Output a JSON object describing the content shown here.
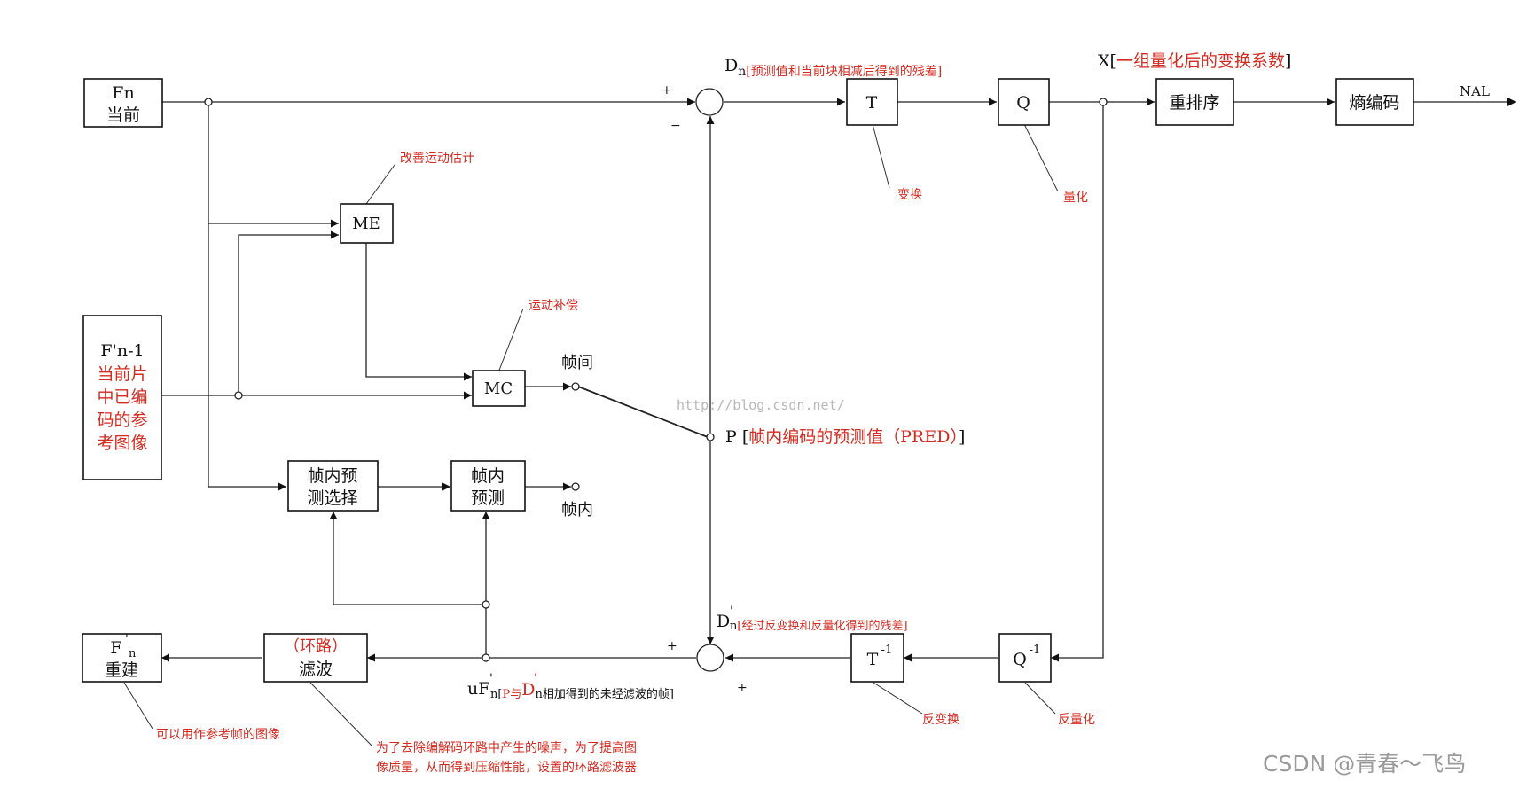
{
  "blocks": {
    "fn": [
      "Fn",
      "当前"
    ],
    "ref": [
      "F'n-1",
      "当前片",
      "中已编",
      "码的参",
      "考图像"
    ],
    "me": "ME",
    "mc": "MC",
    "intra_sel": [
      "帧内预",
      "测选择"
    ],
    "intra_pred": [
      "帧内",
      "预测"
    ],
    "t": "T",
    "q": "Q",
    "reorder": "重排序",
    "entropy": "熵编码",
    "tinv": "T",
    "tinv_sup": "-1",
    "qinv": "Q",
    "qinv_sup": "-1",
    "filter_top": "（环路）",
    "filter_bottom": "滤波",
    "fn_rec_main": "F",
    "fn_rec_sub": "n",
    "fn_rec_prime": "'",
    "fn_rec_label": "重建"
  },
  "signals": {
    "nal": "NAL",
    "inter": "帧间",
    "intra": "帧内",
    "plus_top": "+",
    "minus_top": "−",
    "plus_bottom_left": "+",
    "plus_bottom_below": "+"
  },
  "labels": {
    "dn_d": "D",
    "dn_n": "n",
    "dn_desc": "[预测值和当前块相减后得到的残差]",
    "x_main": "X[",
    "x_desc": "一组量化后的变换系数",
    "x_close": "]",
    "p_main": "P [",
    "p_desc": "帧内编码的预测值（PRED）",
    "p_close": "]",
    "dpn_d": "D",
    "dpn_prime": "'",
    "dpn_n": "n",
    "dpn_desc": "[经过反变换和反量化得到的残差]",
    "uf_main": "uF",
    "uf_prime": "'",
    "uf_n": "n",
    "uf_bracket": "[",
    "uf_p": "P与",
    "uf_d": "D",
    "uf_dprime": "'",
    "uf_dn": "n",
    "uf_desc": "相加得到的未经滤波的帧]"
  },
  "annotations": {
    "me_note": "改善运动估计",
    "mc_note": "运动补偿",
    "t_note": "变换",
    "q_note": "量化",
    "tinv_note": "反变换",
    "qinv_note": "反量化",
    "fn_rec_note": "可以用作参考帧的图像",
    "filter_note_1": "为了去除编解码环路中产生的噪声，为了提高图",
    "filter_note_2": "像质量，从而得到压缩性能，设置的环路滤波器"
  },
  "watermark": "http://blog.csdn.net/",
  "credit": "CSDN @青春～飞鸟",
  "colors": {
    "stroke": "#111111",
    "annotation": "#d42a20",
    "watermark": "#b8b8b8"
  }
}
